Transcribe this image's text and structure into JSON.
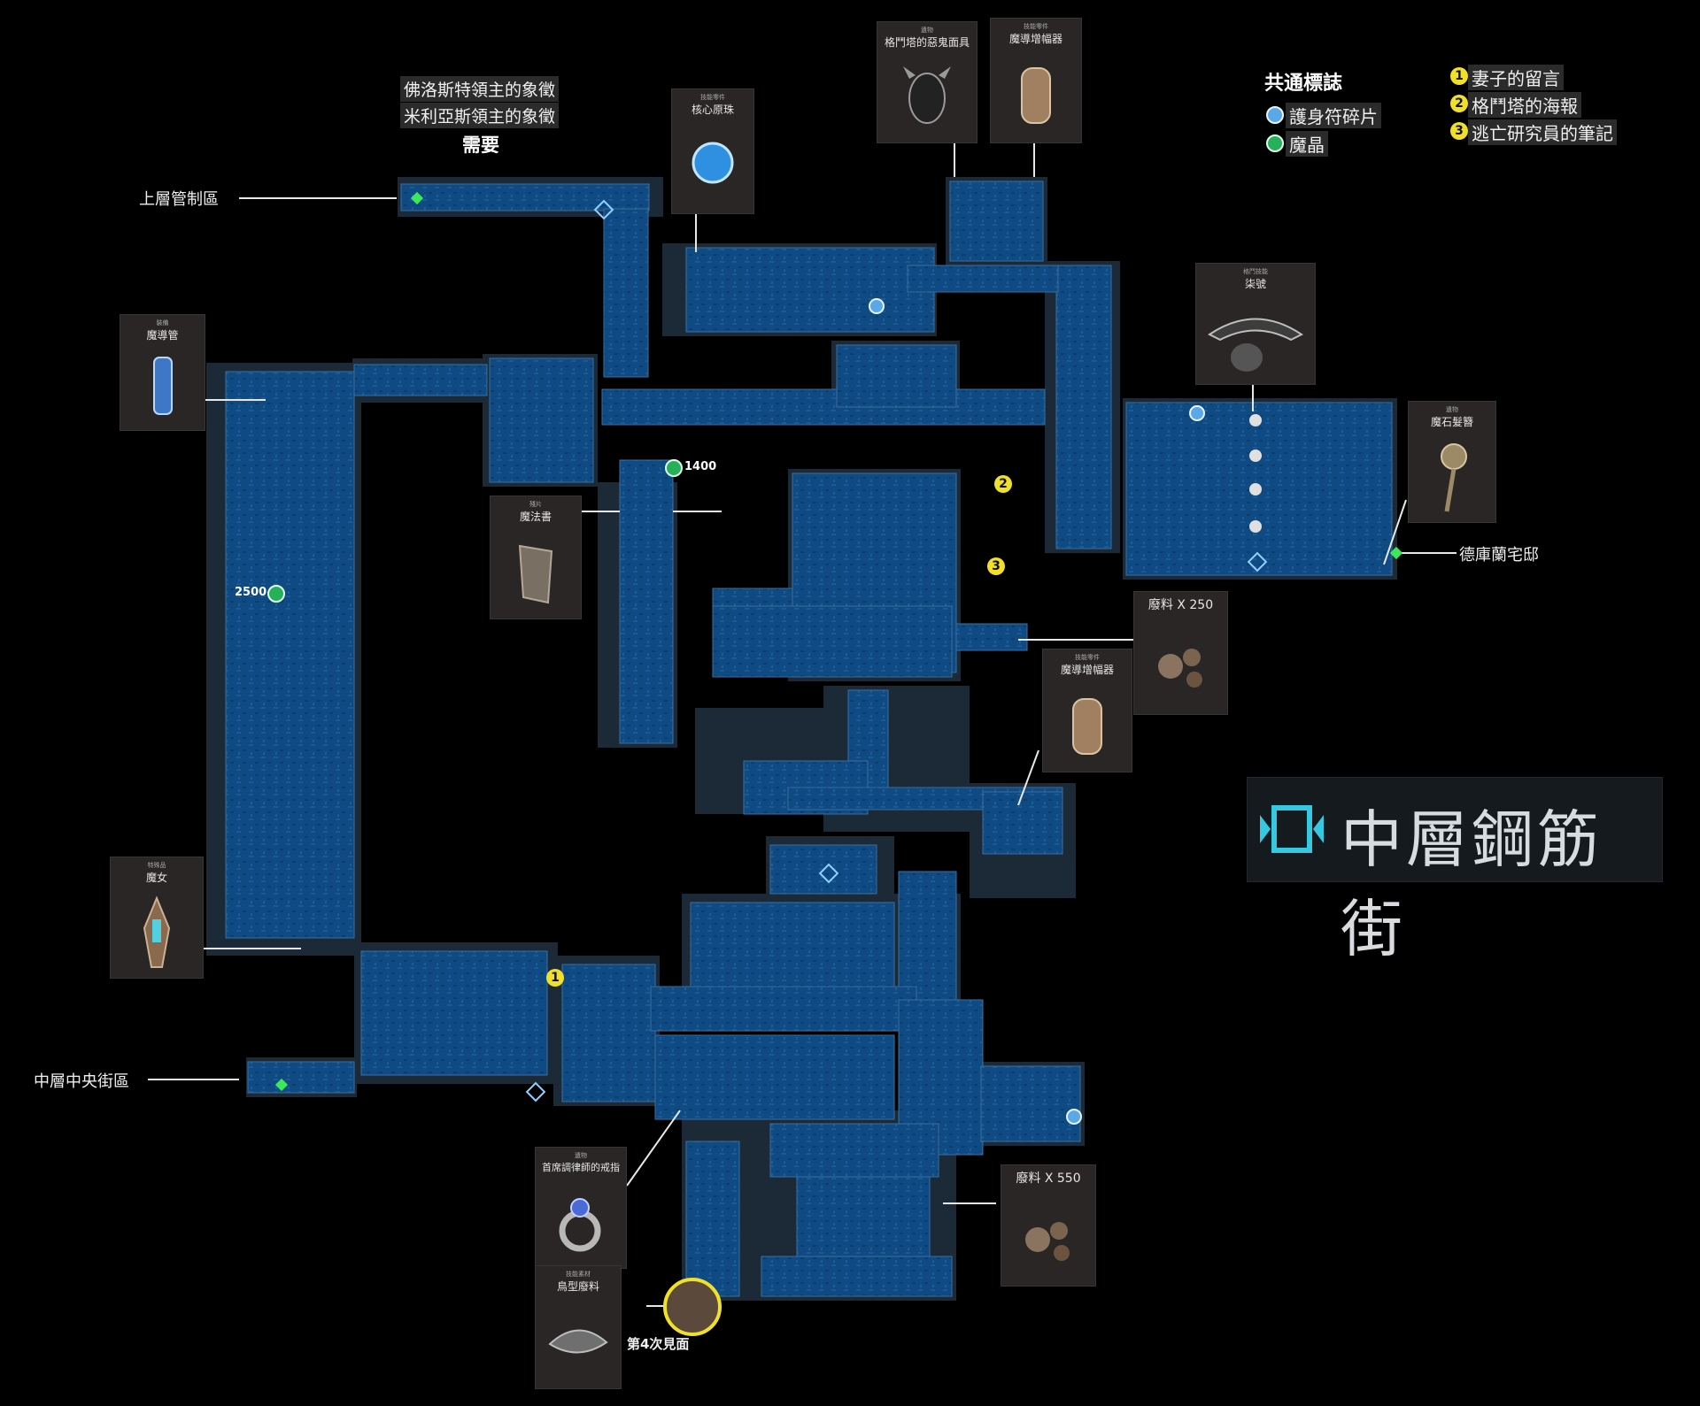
{
  "zone": {
    "title": "中層鋼筋街",
    "icon": "zone-emblem-icon"
  },
  "legend": {
    "title": "共通標誌",
    "items": [
      {
        "label": "護身符碎片",
        "icon": "amulet-shard-icon",
        "color": "#5aa8e8"
      },
      {
        "label": "魔晶",
        "icon": "magic-crystal-icon",
        "color": "#27b05a"
      }
    ],
    "notes": [
      {
        "num": "1",
        "label": "妻子的留言"
      },
      {
        "num": "2",
        "label": "格鬥塔的海報"
      },
      {
        "num": "3",
        "label": "逃亡研究員的筆記"
      }
    ]
  },
  "requirement": {
    "items": [
      "佛洛斯特領主的象徵",
      "米利亞斯領主的象徵"
    ],
    "title": "需要"
  },
  "exits": {
    "upper_control": "上層管制區",
    "middle_central": "中層中央街區",
    "dekuran": "德庫蘭宅邸"
  },
  "crystals": {
    "a": "1400",
    "b": "2500"
  },
  "meeting": {
    "label": "第4次見面",
    "icon": "character-portrait-icon"
  },
  "items": [
    {
      "id": "core-orb",
      "sub": "技能零件",
      "name": "核心原珠",
      "icon": "blue-orb-icon"
    },
    {
      "id": "demon-mask",
      "sub": "遺物",
      "name": "格鬥塔的惡鬼面具",
      "icon": "oni-mask-icon"
    },
    {
      "id": "amplifier-top",
      "sub": "技能零件",
      "name": "魔導增幅器",
      "icon": "amplifier-icon"
    },
    {
      "id": "rod",
      "sub": "裝備",
      "name": "魔導管",
      "icon": "crystal-rod-icon"
    },
    {
      "id": "hat",
      "sub": "格鬥技能",
      "name": "柒號",
      "icon": "hat-icon"
    },
    {
      "id": "stone-hairpin",
      "sub": "遺物",
      "name": "魔石髮簪",
      "icon": "hairpin-icon"
    },
    {
      "id": "spellbook",
      "sub": "殘片",
      "name": "魔法書",
      "icon": "scroll-icon"
    },
    {
      "id": "scrap-250",
      "sub": "",
      "name": "廢料 X 250",
      "icon": "scrap-icon"
    },
    {
      "id": "amplifier-mid",
      "sub": "技能零件",
      "name": "魔導增幅器",
      "icon": "amplifier-icon"
    },
    {
      "id": "witch",
      "sub": "特殊品",
      "name": "魔女",
      "icon": "witch-figurine-icon"
    },
    {
      "id": "ring",
      "sub": "遺物",
      "name": "首席調律師的戒指",
      "icon": "ring-icon"
    },
    {
      "id": "bird-scrap",
      "sub": "技能素材",
      "name": "鳥型廢料",
      "icon": "bird-scrap-icon"
    },
    {
      "id": "scrap-550",
      "sub": "",
      "name": "廢料 X 550",
      "icon": "scrap-icon"
    }
  ],
  "colors": {
    "map_fill": "#0f4a82",
    "map_dark": "#0b3563",
    "map_edge": "#3a6f9e",
    "room_bg": "#1c2a38",
    "background": "#000000"
  }
}
